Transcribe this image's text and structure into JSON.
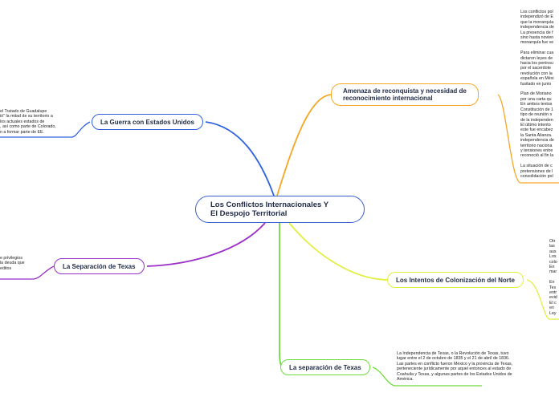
{
  "central": {
    "line1": "Los Conflictos Internacionales Y",
    "line2": "El Despojo Territorial"
  },
  "colors": {
    "central": "#3a5fcd",
    "estados_unidos": "#2f62e0",
    "reconquista": "#f5a623",
    "colonizacion": "#e2ef3e",
    "separacion_texas_2": "#6ddc3c",
    "separacion_texas_1": "#9b2fc8"
  },
  "branches": {
    "estados_unidos": {
      "label": "La Guerra con Estados Unidos",
      "note": [
        "el Tratado de Guadalupe",
        "ió\" la mitad de su territorio a",
        "los actuales estados de",
        ", así como parte de Colorado,",
        "n a formar parte de EE."
      ]
    },
    "reconquista": {
      "label_line1": "Amenaza de reconquista y necesidad de",
      "label_line2": "reconocimiento internacional",
      "note": [
        [
          "Los conflictos pol",
          "independizó de E",
          "que la monarquía",
          "independencia de",
          "La presencia de f",
          "sino hasta novien",
          "monarquía fue ve"
        ],
        [
          "Para eliminar cua",
          "dictaron leyes de",
          "hacia los peninsu",
          "por el sacerdote ",
          "revolución con la",
          "española en Méxi",
          "fusilado en junio"
        ],
        [
          "Plan de Moriano",
          "por una carta qu",
          "En ambos textos ",
          "Constitución de 1",
          "tipo de reunión s",
          "de la independen",
          "El último intento ",
          "este fue encabez",
          "la Santa Alianza.",
          "independencia de",
          "territorio naciona",
          "y tensiones entre",
          "reconoció al fin la"
        ],
        [
          "La situación de c",
          "pretensiones de l",
          "consolidación pol"
        ]
      ]
    },
    "colonizacion": {
      "label": "Los Intentos de Colonización del Norte",
      "note": [
        [
          "Otr",
          "las",
          "aus",
          "Los",
          "colo",
          "En ",
          "mar"
        ],
        [
          "En ",
          "Tex",
          "entr",
          "evid",
          "El c",
          "en ",
          "Ley"
        ]
      ]
    },
    "separacion_texas_1": {
      "label": "La Separación de Texas",
      "note": [
        "e privilegios",
        "la deuda que",
        "editos"
      ]
    },
    "separacion_texas_2": {
      "label": "La separación de Texas",
      "note": [
        "La Independencia de Texas, o la Revolución de Texas, tuvo",
        "lugar entre el 2 de octubre de 1835 y el 21 de abril de 1836.",
        "Las partes en conflicto fueron México y la provincia de Texas,",
        "perteneciente jurídicamente por aquel entonces al estado de",
        "Coahuila y Texas, y algunas partes de los Estados Unidos de",
        "América."
      ]
    }
  }
}
